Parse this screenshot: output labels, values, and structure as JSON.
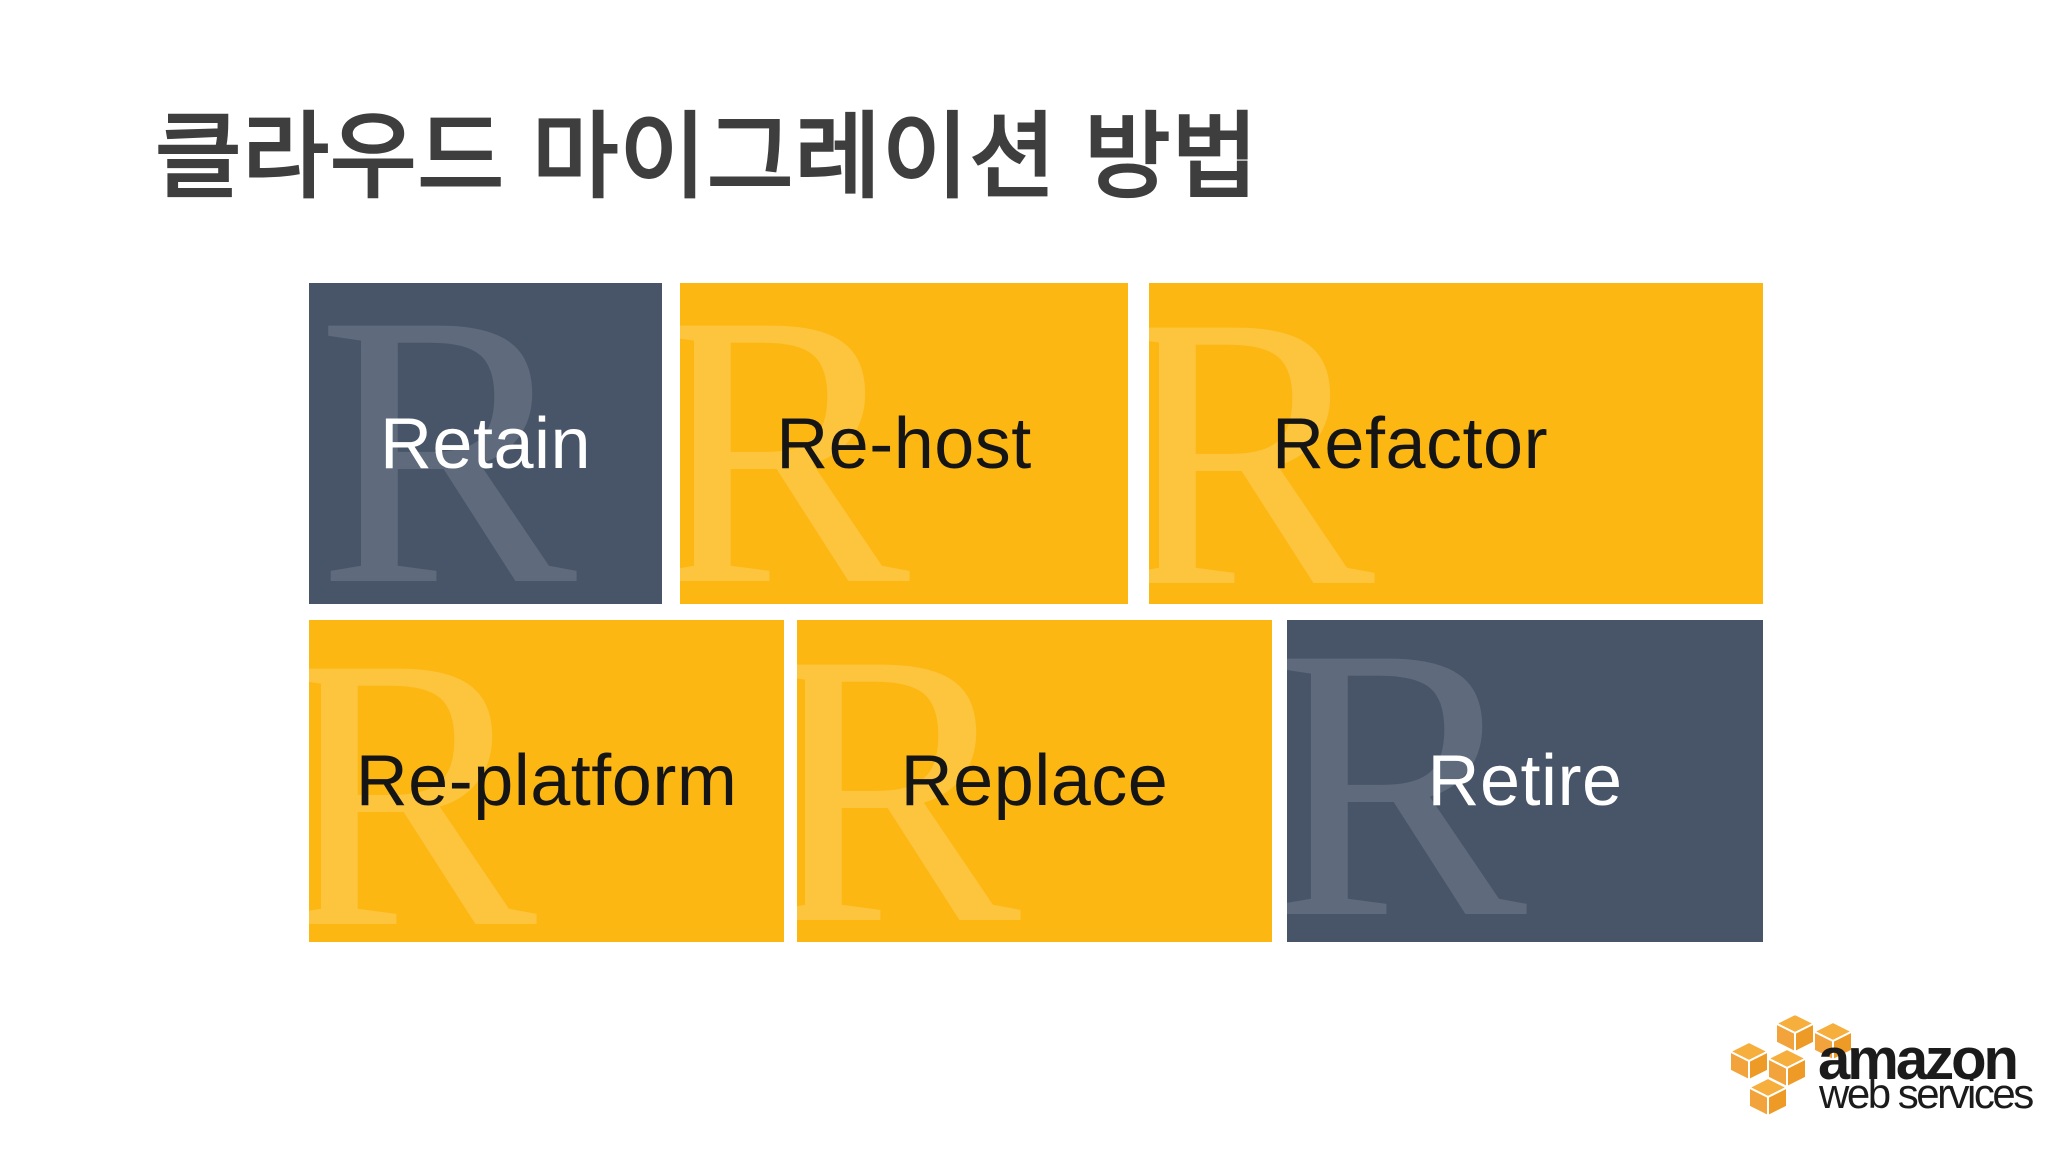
{
  "slide": {
    "title": "클라우드 마이그레이션 방법",
    "boxes": [
      {
        "label": "Retain",
        "watermark": "R",
        "variant": "slate"
      },
      {
        "label": "Re-host",
        "watermark": "R",
        "variant": "amber"
      },
      {
        "label": "Refactor",
        "watermark": "R",
        "variant": "amber"
      },
      {
        "label": "Re-platform",
        "watermark": "R",
        "variant": "amber"
      },
      {
        "label": "Replace",
        "watermark": "R",
        "variant": "amber"
      },
      {
        "label": "Retire",
        "watermark": "R",
        "variant": "slate"
      }
    ],
    "logo": {
      "brand": "amazon",
      "sub": "web services",
      "icon": "aws-cubes-icon"
    },
    "colors": {
      "background": "#FFFFFF",
      "amber": "#FDB713",
      "slate": "#485569",
      "title_text": "#3E3E3E",
      "label_on_amber": "#151515",
      "label_on_slate": "#FFFFFF",
      "logo_orange": "#F2A33C",
      "logo_text": "#1B1B1B"
    }
  }
}
